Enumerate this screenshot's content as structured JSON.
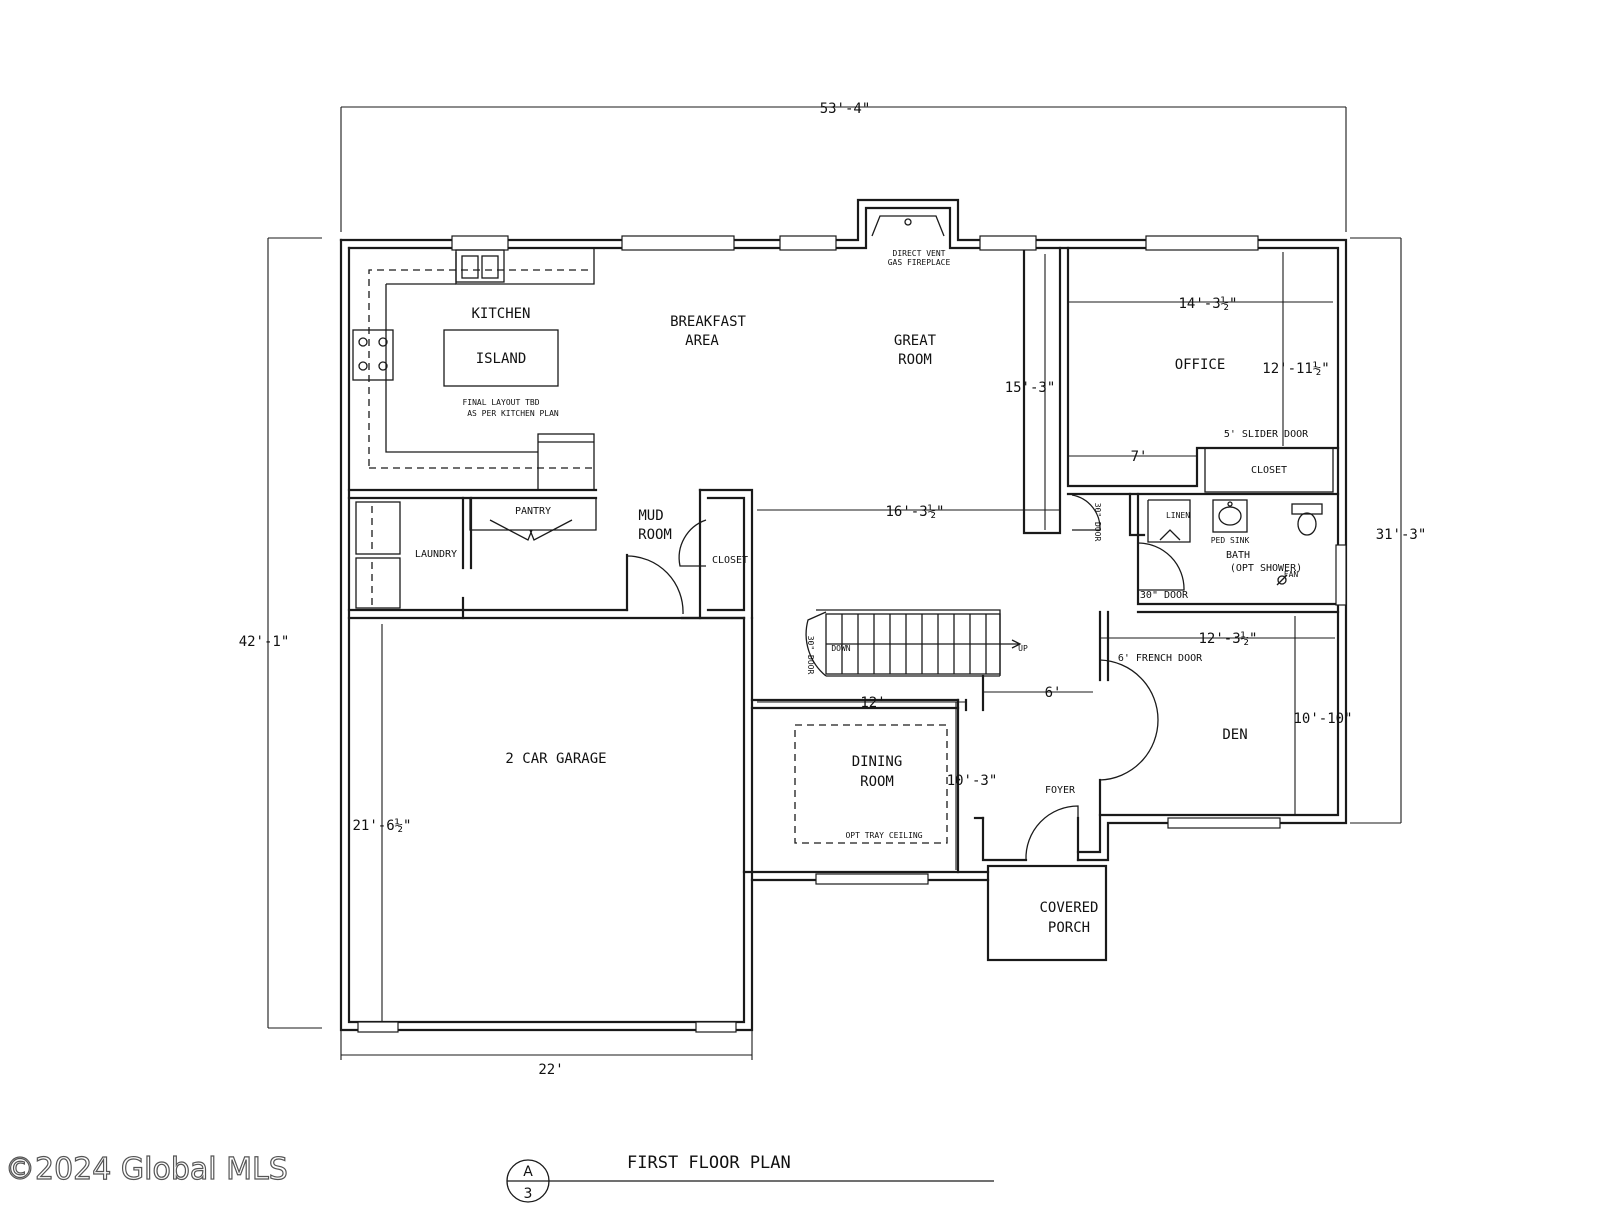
{
  "drawing": {
    "title": "FIRST FLOOR PLAN",
    "sheet_top": "A",
    "sheet_bottom": "3",
    "copyright": "©2024 Global MLS"
  },
  "dimensions": {
    "overall_width": "53'-4\"",
    "overall_depth": "42'-1\"",
    "right_depth": "31'-3\"",
    "garage_width": "22'",
    "garage_depth": "21'-6½\"",
    "office_width": "14'-3½\"",
    "office_depth": "12'-11½\"",
    "office_closet_offset": "7'",
    "great_room_depth": "15'-3\"",
    "great_room_width": "16'-3½\"",
    "den_width": "12'-3½\"",
    "den_depth": "10'-10\"",
    "dining_width": "12'",
    "dining_depth": "10'-3\"",
    "foyer_width": "6'"
  },
  "rooms": {
    "kitchen": "KITCHEN",
    "island": "ISLAND",
    "kitchen_note_1": "FINAL LAYOUT TBD",
    "kitchen_note_2": "AS PER KITCHEN PLAN",
    "breakfast_1": "BREAKFAST",
    "breakfast_2": "AREA",
    "great_1": "GREAT",
    "great_2": "ROOM",
    "fireplace_1": "DIRECT VENT",
    "fireplace_2": "GAS FIREPLACE",
    "office": "OFFICE",
    "slider_door": "5' SLIDER DOOR",
    "office_closet": "CLOSET",
    "laundry": "LAUNDRY",
    "pantry": "PANTRY",
    "mud_1": "MUD",
    "mud_2": "ROOM",
    "mud_closet": "CLOSET",
    "door_30_a": "30\" DOOR",
    "linen": "LINEN",
    "ped_sink": "PED SINK",
    "bath_1": "BATH",
    "bath_2": "(OPT SHOWER)",
    "fan": "FAN",
    "door_30_b": "30\" DOOR",
    "garage": "2 CAR GARAGE",
    "stair_down": "DOWN",
    "stair_up": "UP",
    "door_30_c": "30\" DOOR",
    "french_door": "6' FRENCH DOOR",
    "den": "DEN",
    "dining_1": "DINING",
    "dining_2": "ROOM",
    "tray_ceiling": "OPT TRAY CEILING",
    "foyer": "FOYER",
    "porch_1": "COVERED",
    "porch_2": "PORCH"
  }
}
